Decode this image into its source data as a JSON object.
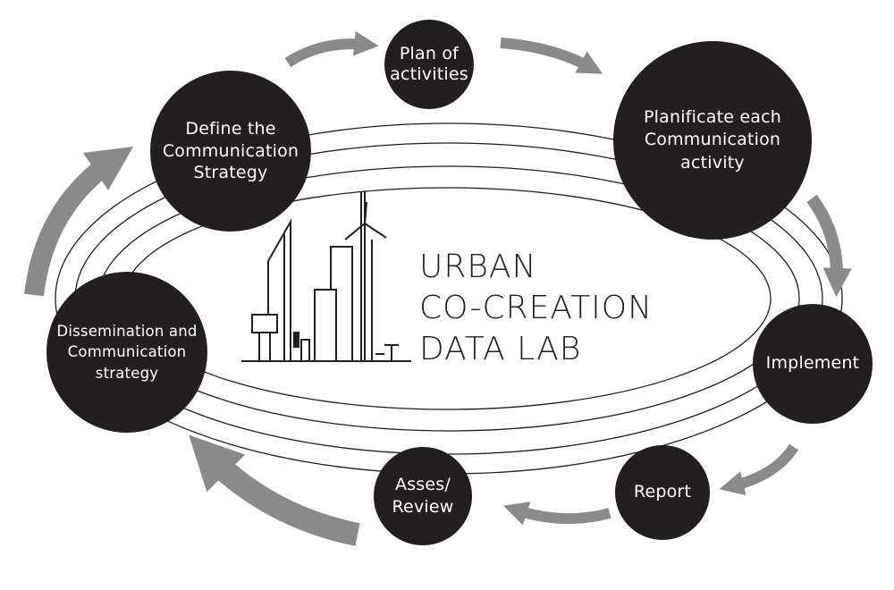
{
  "colors": {
    "node_fill": "#231f20",
    "node_text": "#ffffff",
    "arrow": "#8a8a8a",
    "rings": "#231f20",
    "background": "#ffffff"
  },
  "logo": {
    "lines": [
      "URBAN",
      "CO-CREATION",
      "DATA LAB"
    ]
  },
  "nodes": [
    {
      "id": "plan",
      "label": "Plan of\nactivities"
    },
    {
      "id": "planificate",
      "label": "Planificate each\nCommunication\nactivity"
    },
    {
      "id": "implement",
      "label": "Implement"
    },
    {
      "id": "report",
      "label": "Report"
    },
    {
      "id": "assess",
      "label": "Asses/\nReview"
    },
    {
      "id": "dissemination",
      "label": "Dissemination and\nCommunication\nstrategy"
    },
    {
      "id": "define",
      "label": "Define the\nCommunication\nStrategy"
    }
  ],
  "cycle_order": [
    "dissemination",
    "define",
    "plan",
    "planificate",
    "implement",
    "report",
    "assess"
  ]
}
